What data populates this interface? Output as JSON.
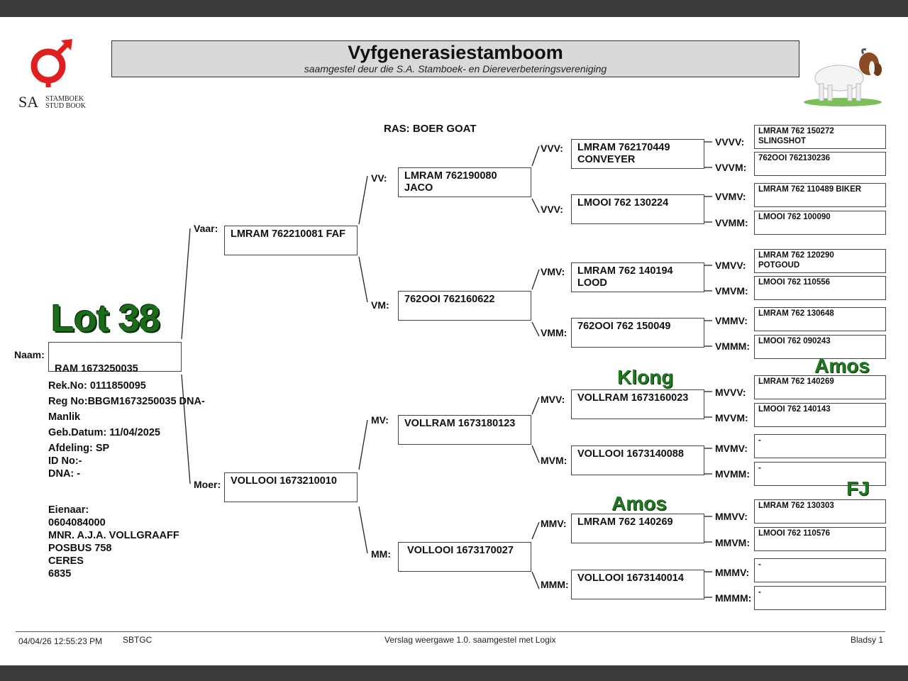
{
  "header": {
    "title": "Vyfgenerasiestamboom",
    "subtitle": "saamgestel deur die S.A. Stamboek- en Diereverbeteringsvereniging",
    "logo_text_sa": "SA",
    "logo_text_stamboek": "STAMBOEK",
    "logo_text_studbook": "STUD BOOK"
  },
  "breed": "RAS: BOER GOAT",
  "lot": "Lot 38",
  "animal": {
    "name_label": "Naam:",
    "name": "RAM 1673250035",
    "rek_no": "Rek.No: 0111850095",
    "reg_no": "Reg No:BBGM1673250035 DNA-",
    "sex": "Manlik",
    "birth": "Geb.Datum: 11/04/2025",
    "afdeling": "Afdeling: SP",
    "id_no": "ID No:-",
    "dna": "DNA: -"
  },
  "owner": {
    "label": "Eienaar:",
    "number": "0604084000",
    "name": "MNR. A.J.A. VOLLGRAAFF",
    "address1": "POSBUS 758",
    "town": "CERES",
    "postcode": "6835"
  },
  "pedigree": {
    "sire": {
      "label": "Vaar:",
      "name": "LMRAM 762210081 FAF"
    },
    "dam": {
      "label": "Moer:",
      "name": "VOLLOOI 1673210010"
    },
    "vv": {
      "label": "VV:",
      "name": "LMRAM 762190080\nJACO"
    },
    "vm": {
      "label": "VM:",
      "name": "762OOI 762160622"
    },
    "mv": {
      "label": "MV:",
      "name": "VOLLRAM 1673180123"
    },
    "mm": {
      "label": "MM:",
      "name": "VOLLOOI 1673170027"
    },
    "vvv": {
      "label": "VVV:",
      "name": "LMRAM 762170449\nCONVEYER"
    },
    "vvm": {
      "label": "VVV:",
      "name": "LMOOI 762 130224"
    },
    "vmv": {
      "label": "VMV:",
      "name": "LMRAM 762 140194\nLOOD"
    },
    "vmm": {
      "label": "VMM:",
      "name": "762OOI 762 150049"
    },
    "mvv": {
      "label": "MVV:",
      "name": "VOLLRAM 1673160023"
    },
    "mvm": {
      "label": "MVM:",
      "name": "VOLLOOI 1673140088"
    },
    "mmv": {
      "label": "MMV:",
      "name": "LMRAM 762 140269"
    },
    "mmm": {
      "label": "MMM:",
      "name": "VOLLOOI 1673140014"
    },
    "vvvv": {
      "label": "VVVV:",
      "name": "LMRAM 762 150272\nSLINGSHOT"
    },
    "vvvm": {
      "label": "VVVM:",
      "name": "762OOI 762130236"
    },
    "vvmv": {
      "label": "VVMV:",
      "name": "LMRAM 762 110489 BIKER"
    },
    "vvmm": {
      "label": "VVMM:",
      "name": "LMOOI 762 100090"
    },
    "vmvv": {
      "label": "VMVV:",
      "name": "LMRAM 762 120290\nPOTGOUD"
    },
    "vmvm": {
      "label": "VMVM:",
      "name": "LMOOI 762 110556"
    },
    "vmmv": {
      "label": "VMMV:",
      "name": "LMRAM 762 130648"
    },
    "vmmm": {
      "label": "VMMM:",
      "name": "LMOOI 762 090243"
    },
    "mvvv": {
      "label": "MVVV:",
      "name": "LMRAM 762 140269"
    },
    "mvvm": {
      "label": "MVVM:",
      "name": "LMOOI 762 140143"
    },
    "mvmv": {
      "label": "MVMV:",
      "name": "-"
    },
    "mvmm": {
      "label": "MVMM:",
      "name": "-"
    },
    "mmvv": {
      "label": "MMVV:",
      "name": "LMRAM 762 130303"
    },
    "mmvm": {
      "label": "MMVM:",
      "name": "LMOOI 762 110576"
    },
    "mmmv": {
      "label": "MMMV:",
      "name": "-"
    },
    "mmmm": {
      "label": "MMMM:",
      "name": "-"
    }
  },
  "annotations": {
    "klong": "Klong",
    "amos1": "Amos",
    "amos2": "Amos",
    "fj": "FJ"
  },
  "footer": {
    "datetime": "04/04/26 12:55:23 PM",
    "code": "SBTGC",
    "report": "Verslag weergawe 1.0. saamgestel met Logix",
    "page": "Bladsy 1"
  },
  "colors": {
    "logo_red": "#e02020",
    "title_bg": "#d9d9d9",
    "annotation_green": "#1f7a1f"
  }
}
